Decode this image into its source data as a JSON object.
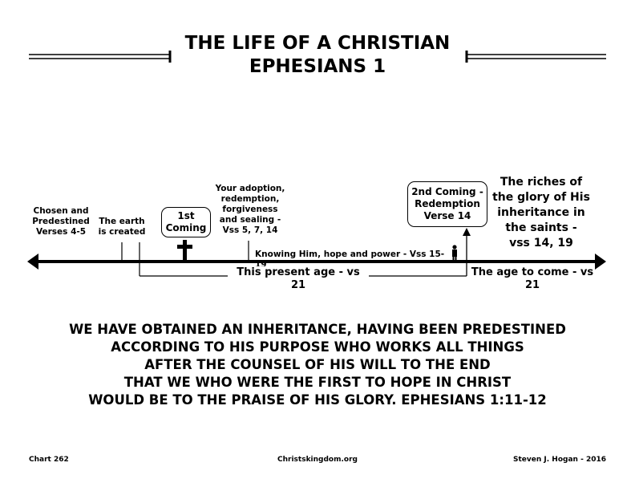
{
  "title": {
    "line1": "THE LIFE OF A CHRISTIAN",
    "line2": "EPHESIANS 1"
  },
  "timeline": {
    "chosen": {
      "line1": "Chosen and",
      "line2": "Predestined",
      "line3": "Verses 4-5"
    },
    "earth": {
      "line1": "The earth",
      "line2": "is created"
    },
    "first_coming": {
      "line1": "1st",
      "line2": "Coming"
    },
    "adoption": {
      "line1": "Your adoption,",
      "line2": "redemption,",
      "line3": "forgiveness",
      "line4": "and sealing -",
      "line5": "Vss 5, 7, 14"
    },
    "second_coming": {
      "line1": "2nd Coming -",
      "line2": "Redemption",
      "line3": "Verse 14"
    },
    "riches": {
      "line1": "The riches of",
      "line2": "the glory of His",
      "line3": "inheritance in",
      "line4": "the saints -",
      "line5": "vss 14, 19"
    },
    "knowing": "Knowing Him, hope and power - Vss 15-19",
    "present_age": "This present age - vs 21",
    "age_to_come": "The age to come - vs 21"
  },
  "verse": {
    "line1": "WE HAVE OBTAINED AN INHERITANCE, HAVING BEEN PREDESTINED",
    "line2": "ACCORDING TO HIS PURPOSE WHO WORKS ALL THINGS",
    "line3": "AFTER THE COUNSEL OF HIS WILL TO THE END",
    "line4": "THAT WE WHO WERE THE FIRST TO HOPE IN CHRIST",
    "line5": "WOULD BE TO THE PRAISE OF HIS GLORY. EPHESIANS 1:11-12"
  },
  "footer": {
    "chart": "Chart 262",
    "site": "Christskingdom.org",
    "author": "Steven J. Hogan - 2016"
  },
  "icons": [
    "cross-icon",
    "person-icon",
    "arrow-up-icon"
  ]
}
